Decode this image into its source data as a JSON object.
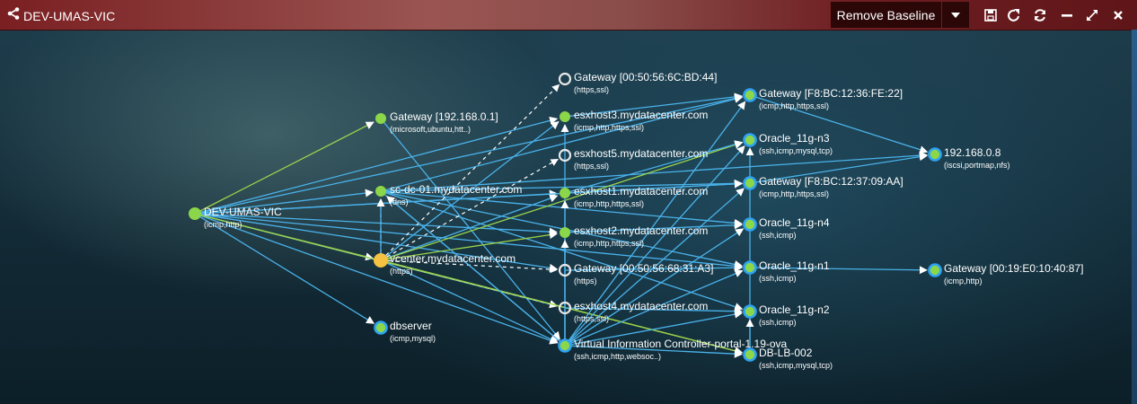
{
  "header": {
    "title": "DEV-UMAS-VIC",
    "baseline_button": "Remove Baseline",
    "icons": [
      "share-icon",
      "caret-down-icon",
      "save-icon",
      "export-icon",
      "refresh-icon",
      "minimize-icon",
      "expand-icon",
      "close-icon"
    ]
  },
  "colors": {
    "header": "#8a3c3c",
    "node_green": "#8cd64a",
    "node_blue_ring": "#2ea3f2",
    "node_yellow": "#f5c242",
    "edge_blue": "#4ab2ea",
    "edge_green": "#9bd24a",
    "edge_dashed": "#ffffff"
  },
  "graph": {
    "nodes": [
      {
        "id": "n1",
        "label": "DEV-UMAS-VIC",
        "sub": "(icmp,http)",
        "style": "green"
      },
      {
        "id": "n2",
        "label": "Gateway [192.168.0.1]",
        "sub": "(microsoft,ubuntu,htt..)",
        "style": "green"
      },
      {
        "id": "n3",
        "label": "sc-dc-01.mydatacenter.com",
        "sub": "(dns)",
        "style": "green"
      },
      {
        "id": "n4",
        "label": "vcenter.mydatacenter.com",
        "sub": "(https)",
        "style": "yellow"
      },
      {
        "id": "n5",
        "label": "dbserver",
        "sub": "(icmp,mysql)",
        "style": "blue"
      },
      {
        "id": "n6",
        "label": "Gateway [00:50:56:6C:BD:44]",
        "sub": "(https,ssl)",
        "style": "hollow"
      },
      {
        "id": "n7",
        "label": "esxhost3.mydatacenter.com",
        "sub": "(icmp,http,https,ssl)",
        "style": "green"
      },
      {
        "id": "n8",
        "label": "esxhost5.mydatacenter.com",
        "sub": "(https,ssl)",
        "style": "hollow"
      },
      {
        "id": "n9",
        "label": "esxhost1.mydatacenter.com",
        "sub": "(icmp,http,https,ssl)",
        "style": "green"
      },
      {
        "id": "n10",
        "label": "esxhost2.mydatacenter.com",
        "sub": "(icmp,http,https,ssl)",
        "style": "green"
      },
      {
        "id": "n11",
        "label": "Gateway [00:50:56:68:31:A3]",
        "sub": "(https)",
        "style": "hollow"
      },
      {
        "id": "n12",
        "label": "esxhost4.mydatacenter.com",
        "sub": "(https,ssl)",
        "style": "hollow"
      },
      {
        "id": "n13",
        "label": "Virtual Information Controller-portal-1.19-ova",
        "sub": "(ssh,icmp,http,websoc..)",
        "style": "blue"
      },
      {
        "id": "n14",
        "label": "Gateway [F8:BC:12:36:FE:22]",
        "sub": "(icmp,http,https,ssl)",
        "style": "blue"
      },
      {
        "id": "n15",
        "label": "Oracle_11g-n3",
        "sub": "(ssh,icmp,mysql,tcp)",
        "style": "blue"
      },
      {
        "id": "n16",
        "label": "Gateway [F8:BC:12:37:09:AA]",
        "sub": "(icmp,http,https,ssl)",
        "style": "blue"
      },
      {
        "id": "n17",
        "label": "Oracle_11g-n4",
        "sub": "(ssh,icmp)",
        "style": "blue"
      },
      {
        "id": "n18",
        "label": "Oracle_11g-n1",
        "sub": "(ssh,icmp)",
        "style": "blue"
      },
      {
        "id": "n19",
        "label": "Oracle_11g-n2",
        "sub": "(ssh,icmp)",
        "style": "blue"
      },
      {
        "id": "n20",
        "label": "DB-LB-002",
        "sub": "(ssh,icmp,mysql,tcp)",
        "style": "blue"
      },
      {
        "id": "n21",
        "label": "192.168.0.8",
        "sub": "(iscsi,portmap,nfs)",
        "style": "blue"
      },
      {
        "id": "n22",
        "label": "Gateway [00:19:E0:10:40:87]",
        "sub": "(icmp,http)",
        "style": "blue"
      }
    ],
    "edges": [
      [
        "n1",
        "n2",
        "green"
      ],
      [
        "n1",
        "n3",
        "blue"
      ],
      [
        "n1",
        "n4",
        "green"
      ],
      [
        "n1",
        "n5",
        "blue"
      ],
      [
        "n1",
        "n7",
        "blue"
      ],
      [
        "n1",
        "n9",
        "blue"
      ],
      [
        "n1",
        "n10",
        "blue"
      ],
      [
        "n1",
        "n11",
        "blue"
      ],
      [
        "n1",
        "n12",
        "blue"
      ],
      [
        "n1",
        "n13",
        "blue"
      ],
      [
        "n1",
        "n14",
        "blue"
      ],
      [
        "n1",
        "n16",
        "blue"
      ],
      [
        "n1",
        "n18",
        "blue"
      ],
      [
        "n1",
        "n20",
        "green"
      ],
      [
        "n2",
        "n13",
        "blue"
      ],
      [
        "n3",
        "n14",
        "blue"
      ],
      [
        "n3",
        "n16",
        "blue"
      ],
      [
        "n3",
        "n17",
        "blue"
      ],
      [
        "n3",
        "n18",
        "blue"
      ],
      [
        "n3",
        "n19",
        "blue"
      ],
      [
        "n3",
        "n13",
        "blue"
      ],
      [
        "n3",
        "n21",
        "blue"
      ],
      [
        "n4",
        "n6",
        "dashed"
      ],
      [
        "n4",
        "n7",
        "blue"
      ],
      [
        "n4",
        "n8",
        "dashed"
      ],
      [
        "n4",
        "n9",
        "blue"
      ],
      [
        "n4",
        "n10",
        "green"
      ],
      [
        "n4",
        "n11",
        "dashed"
      ],
      [
        "n4",
        "n12",
        "dashed"
      ],
      [
        "n4",
        "n3",
        "dashed"
      ],
      [
        "n4",
        "n13",
        "blue"
      ],
      [
        "n4",
        "n15",
        "green"
      ],
      [
        "n4",
        "n3",
        "blue"
      ],
      [
        "n4",
        "n20",
        "green"
      ],
      [
        "n13",
        "n14",
        "blue"
      ],
      [
        "n13",
        "n15",
        "blue"
      ],
      [
        "n13",
        "n16",
        "blue"
      ],
      [
        "n13",
        "n17",
        "blue"
      ],
      [
        "n13",
        "n18",
        "blue"
      ],
      [
        "n13",
        "n19",
        "blue"
      ],
      [
        "n13",
        "n20",
        "blue"
      ],
      [
        "n13",
        "n7",
        "blue"
      ],
      [
        "n13",
        "n9",
        "blue"
      ],
      [
        "n13",
        "n10",
        "blue"
      ],
      [
        "n13",
        "n3",
        "blue"
      ],
      [
        "n7",
        "n14",
        "blue"
      ],
      [
        "n9",
        "n16",
        "blue"
      ],
      [
        "n10",
        "n17",
        "blue"
      ],
      [
        "n11",
        "n18",
        "blue"
      ],
      [
        "n12",
        "n19",
        "blue"
      ],
      [
        "n16",
        "n21",
        "blue"
      ],
      [
        "n14",
        "n21",
        "blue"
      ],
      [
        "n18",
        "n22",
        "blue"
      ],
      [
        "n20",
        "n15",
        "blue"
      ],
      [
        "n20",
        "n19",
        "blue"
      ],
      [
        "n9",
        "n15",
        "blue"
      ]
    ]
  }
}
